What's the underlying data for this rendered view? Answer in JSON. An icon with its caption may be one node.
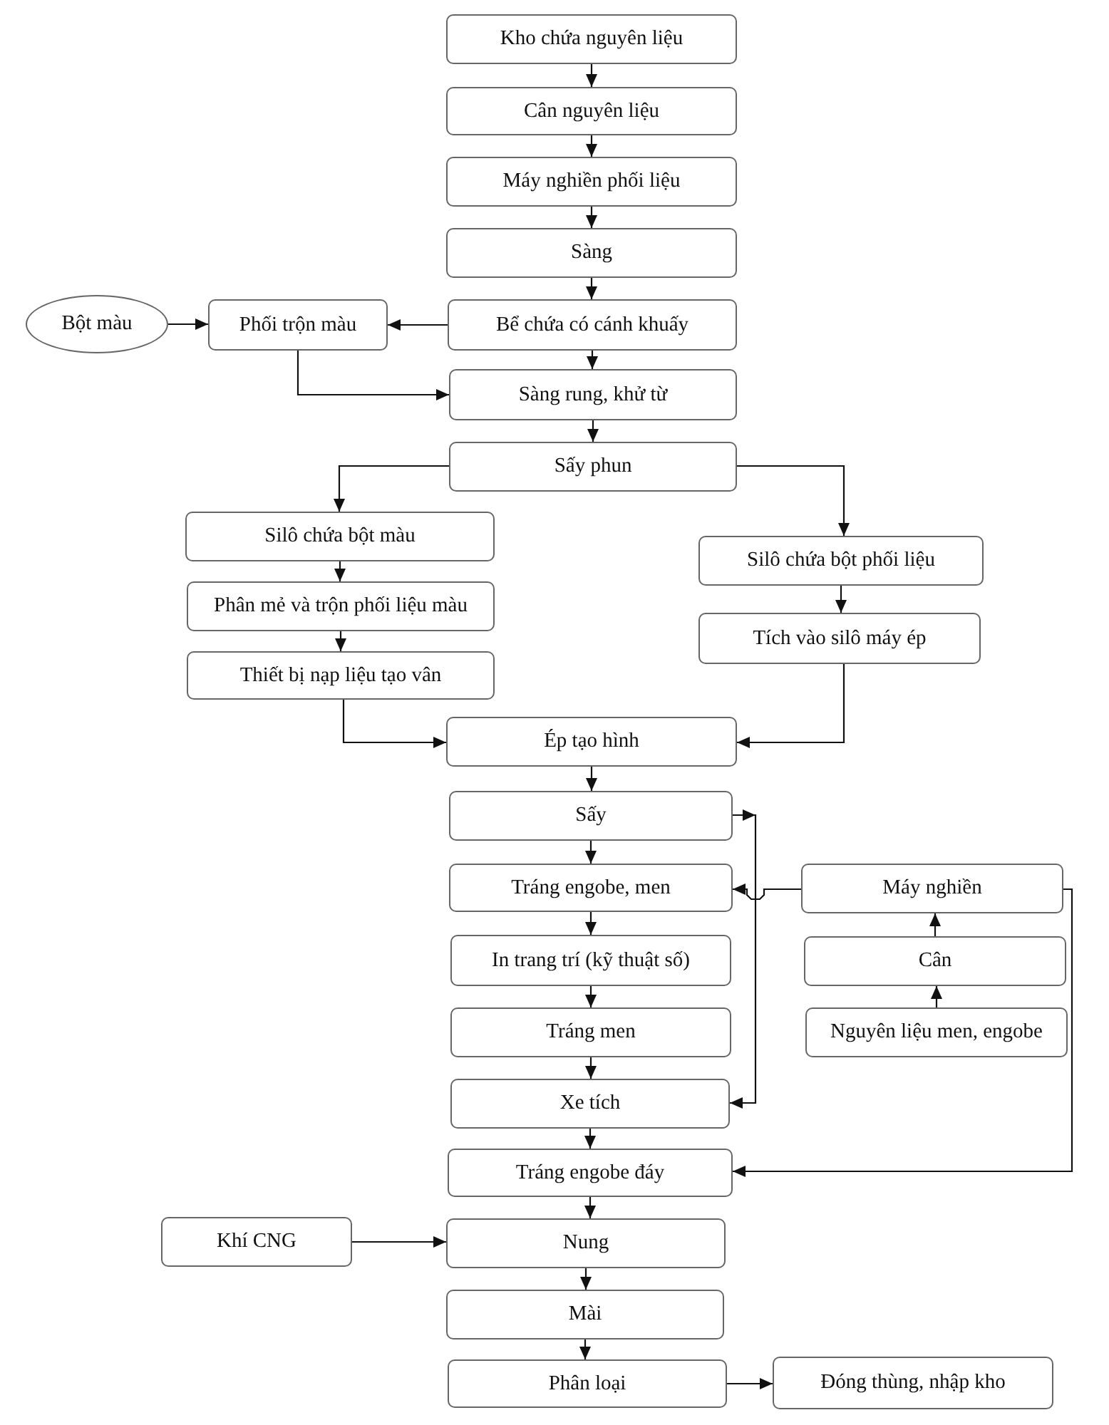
{
  "diagram": {
    "nodes": [
      {
        "text": [
          "Kho chứa nguyên liệu"
        ]
      },
      {
        "text": [
          "Cân nguyên liệu"
        ]
      },
      {
        "text": [
          "Máy nghiền phối liệu"
        ]
      },
      {
        "text": [
          "Sàng"
        ]
      },
      {
        "text": [
          "Bể chứa có cánh khuấy"
        ]
      },
      {
        "text": [
          "Bột màu"
        ]
      },
      {
        "text": [
          "Phối trộn màu"
        ]
      },
      {
        "text": [
          "Sàng rung, khử từ"
        ]
      },
      {
        "text": [
          "Sấy phun"
        ]
      },
      {
        "text": [
          "Silô chứa bột màu"
        ]
      },
      {
        "text": [
          "Phân mẻ và trộn phối liệu màu"
        ]
      },
      {
        "text": [
          "Thiết bị nạp liệu tạo vân"
        ]
      },
      {
        "text": [
          "Silô chứa bột phối liệu"
        ]
      },
      {
        "text": [
          "Tích vào silô máy ép"
        ]
      },
      {
        "text": [
          "Ép tạo hình"
        ]
      },
      {
        "text": [
          "Sấy"
        ]
      },
      {
        "text": [
          "Tráng engobe, men"
        ]
      },
      {
        "text": [
          "In trang trí (kỹ thuật số)"
        ]
      },
      {
        "text": [
          "Tráng men"
        ]
      },
      {
        "text": [
          "Xe tích"
        ]
      },
      {
        "text": [
          "Tráng engobe đáy"
        ]
      },
      {
        "text": [
          "Máy nghiền"
        ]
      },
      {
        "text": [
          "Cân"
        ]
      },
      {
        "text": [
          "Nguyên liệu men, engobe"
        ]
      },
      {
        "text": [
          "Khí CNG"
        ]
      },
      {
        "text": [
          "Nung"
        ]
      },
      {
        "text": [
          "Mài"
        ]
      },
      {
        "text": [
          "Phân loại"
        ]
      },
      {
        "text": [
          "Đóng thùng, nhập kho"
        ]
      }
    ],
    "edges": [
      {
        "from": 0,
        "to": 1,
        "arrow": "to"
      },
      {
        "from": 1,
        "to": 2,
        "arrow": "to"
      },
      {
        "from": 2,
        "to": 3,
        "arrow": "to"
      },
      {
        "from": 3,
        "to": 4,
        "arrow": "to"
      },
      {
        "from": 4,
        "to": 6,
        "arrow": "to"
      },
      {
        "from": 5,
        "to": 6,
        "arrow": "to"
      },
      {
        "from": 6,
        "to": 7,
        "arrow": "to"
      },
      {
        "from": 4,
        "to": 7,
        "arrow": "to"
      },
      {
        "from": 7,
        "to": 8,
        "arrow": "to"
      },
      {
        "from": 8,
        "to": 9,
        "arrow": "to"
      },
      {
        "from": 8,
        "to": 12,
        "arrow": "to"
      },
      {
        "from": 9,
        "to": 10,
        "arrow": "to"
      },
      {
        "from": 10,
        "to": 11,
        "arrow": "to"
      },
      {
        "from": 11,
        "to": 14,
        "arrow": "to"
      },
      {
        "from": 12,
        "to": 13,
        "arrow": "to"
      },
      {
        "from": 13,
        "to": 14,
        "arrow": "to"
      },
      {
        "from": 14,
        "to": 15,
        "arrow": "to"
      },
      {
        "from": 15,
        "to": 19,
        "arrow": "to"
      },
      {
        "from": 15,
        "to": 16,
        "arrow": "to"
      },
      {
        "from": 16,
        "to": 17,
        "arrow": "to"
      },
      {
        "from": 17,
        "to": 18,
        "arrow": "to"
      },
      {
        "from": 18,
        "to": 19,
        "arrow": "to"
      },
      {
        "from": 19,
        "to": 20,
        "arrow": "to"
      },
      {
        "from": 21,
        "to": 16,
        "arrow": "to"
      },
      {
        "from": 22,
        "to": 21,
        "arrow": "to"
      },
      {
        "from": 23,
        "to": 22,
        "arrow": "to"
      },
      {
        "from": 21,
        "to": 20,
        "arrow": "to"
      },
      {
        "from": 20,
        "to": 25,
        "arrow": "to"
      },
      {
        "from": 24,
        "to": 25,
        "arrow": "to"
      },
      {
        "from": 25,
        "to": 26,
        "arrow": "to"
      },
      {
        "from": 26,
        "to": 27,
        "arrow": "to"
      },
      {
        "from": 27,
        "to": 28,
        "arrow": "to"
      }
    ]
  }
}
